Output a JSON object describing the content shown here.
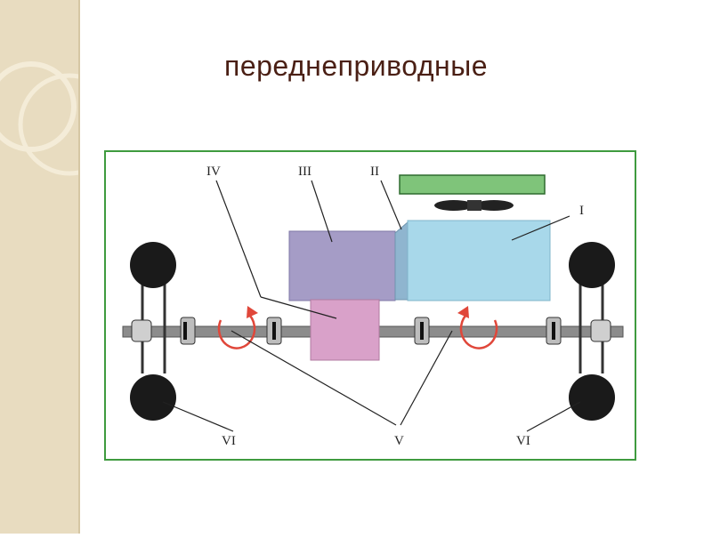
{
  "title": "переднеприводные",
  "labels": {
    "engine": "I",
    "clutch": "II",
    "gearbox": "III",
    "main_gear": "IV",
    "drive_shafts": "V",
    "wheel_left": "VI",
    "wheel_right": "VI"
  },
  "colors": {
    "frame": "#3f9b3f",
    "radiator": "#7fc47a",
    "engine": "#a8d8ea",
    "gearbox": "#a59cc6",
    "main_gear": "#d9a1c9",
    "rotation_arrow": "#e0473a",
    "wheel": "#1a1a1a",
    "title": "#4a1f14"
  }
}
